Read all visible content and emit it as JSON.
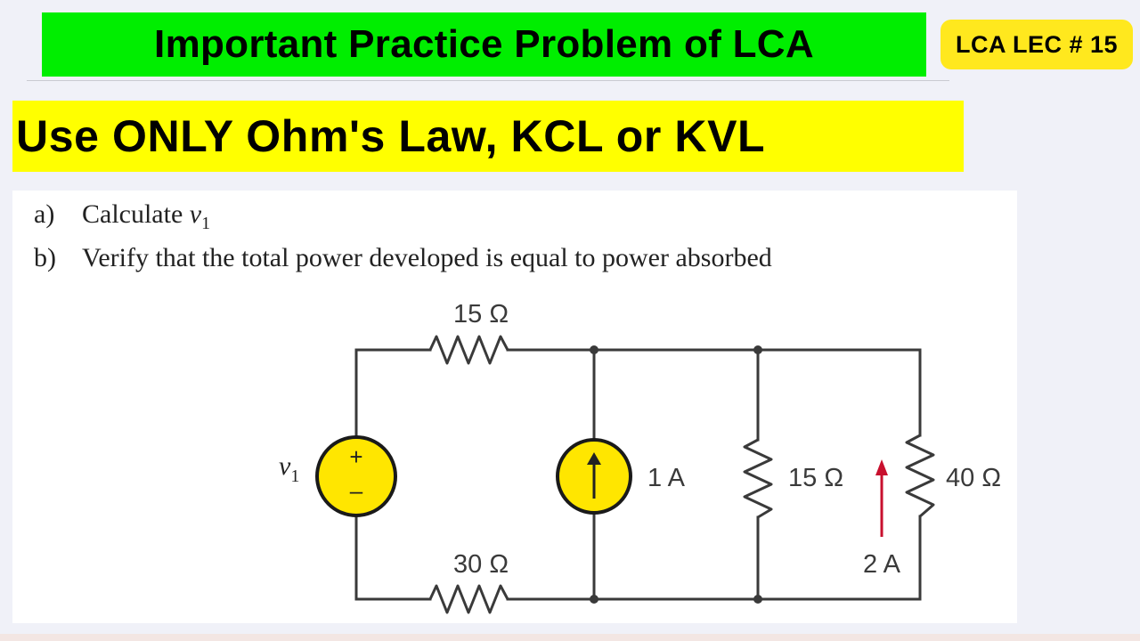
{
  "header": {
    "title": "Important Practice Problem of LCA",
    "badge": "LCA LEC # 15"
  },
  "subtitle": "Use ONLY Ohm's Law, KCL or KVL",
  "problem": {
    "parts": [
      {
        "label": "a)",
        "text": "Calculate ",
        "var": "v",
        "sub": "1"
      },
      {
        "label": "b)",
        "text": "Verify that the total power developed is equal to power absorbed"
      }
    ]
  },
  "circuit": {
    "voltage_source": {
      "symbol": "v",
      "sub": "1",
      "plus": "+",
      "minus": "–"
    },
    "r_top": "15 Ω",
    "r_bottom": "30 Ω",
    "current_source": "1 A",
    "r_mid": "15 Ω",
    "r_right": "40 Ω",
    "branch_current": "2 A",
    "colors": {
      "source_fill": "#ffe600",
      "wire": "#3a3a3a",
      "arrow": "#c8102e"
    }
  }
}
